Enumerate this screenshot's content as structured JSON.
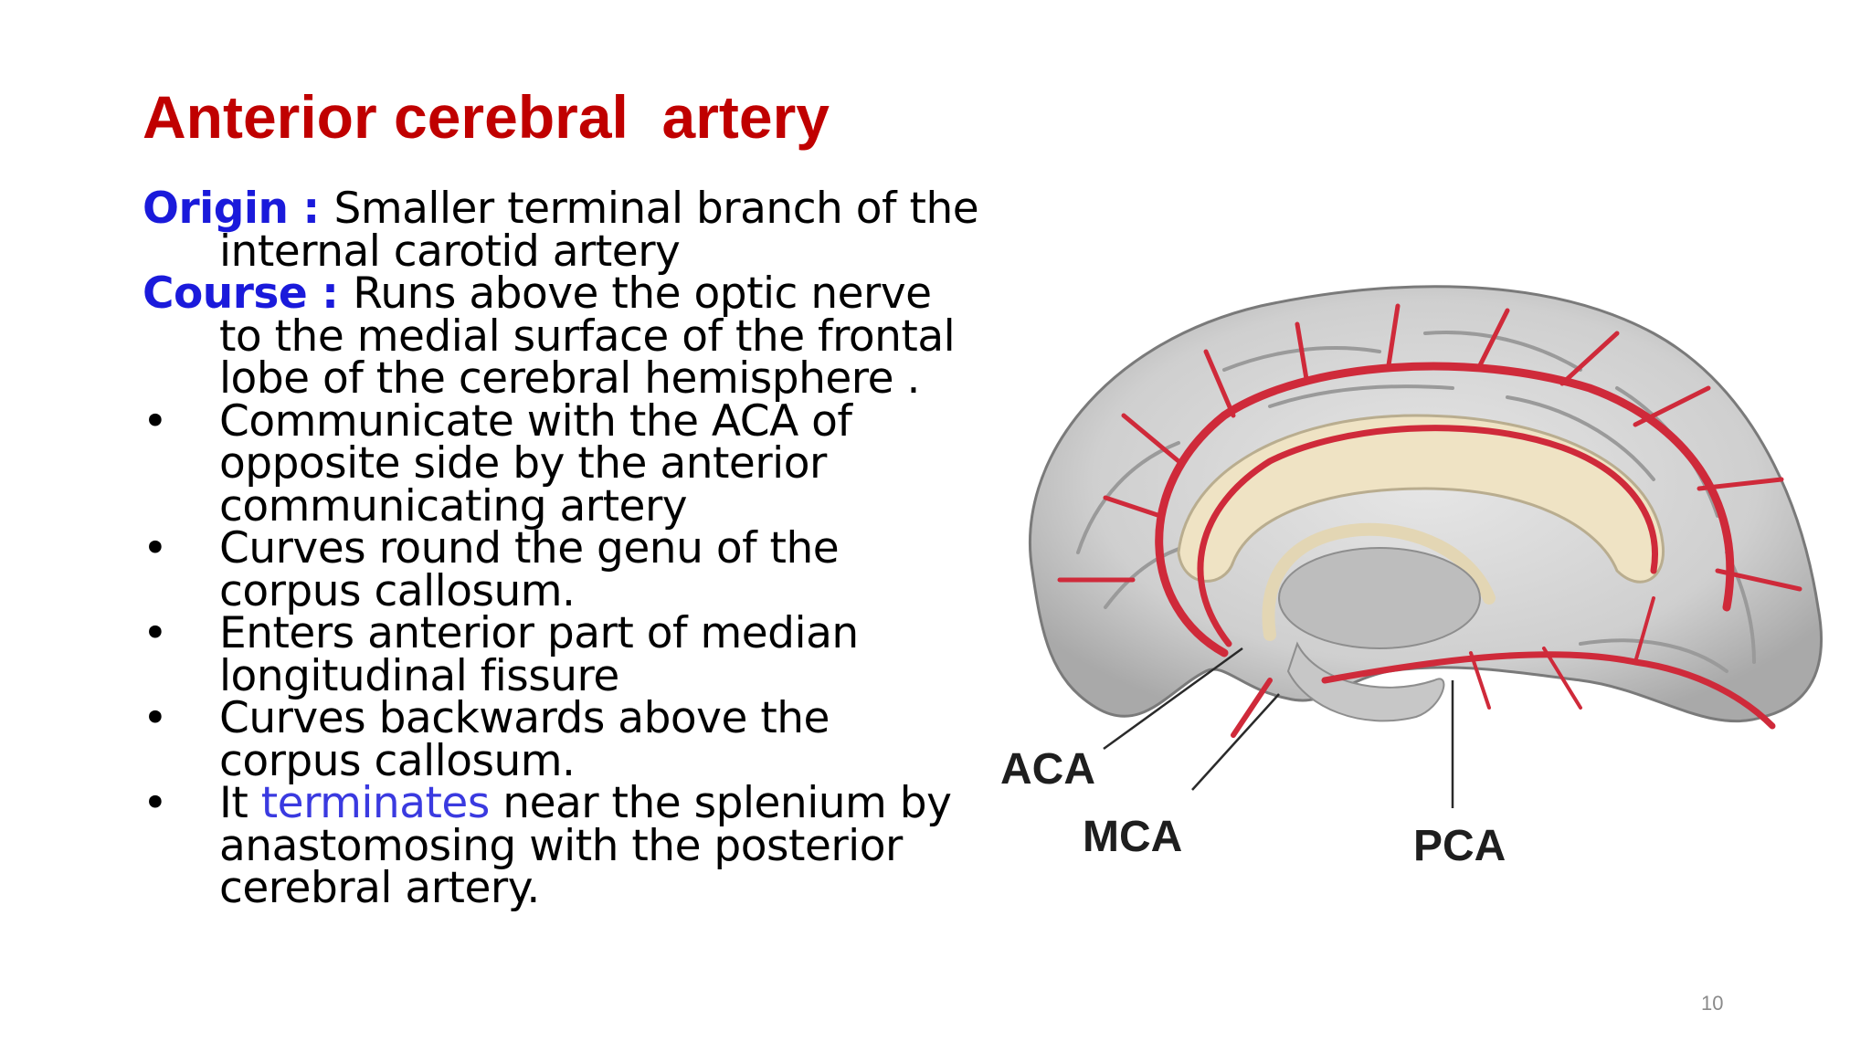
{
  "slide": {
    "title": "Anterior cerebral  artery",
    "origin": {
      "label": "Origin : ",
      "text": "Smaller terminal branch of the internal carotid artery"
    },
    "course": {
      "label": "Course : ",
      "text": "Runs  above the optic nerve to the medial surface of the frontal lobe of the cerebral hemisphere ."
    },
    "bullet_symbol": "•",
    "bullets": [
      "Communicate with  the ACA  of opposite side by the anterior communicating artery",
      "Curves round the genu of the corpus callosum.",
      "Enters anterior part of median longitudinal fissure",
      "Curves  backwards above the corpus callosum."
    ],
    "last_bullet": {
      "before": "It ",
      "highlight": "terminates",
      "after": " near the splenium by anastomosing with the posterior cerebral artery."
    },
    "figure_labels": {
      "aca": "ACA",
      "mca": "MCA",
      "pca": "PCA"
    },
    "page_number": "10"
  },
  "colors": {
    "title": "#c00000",
    "label": "#1a1adb",
    "highlight": "#3a3ae0",
    "artery": "#cf2a3a",
    "callosum": "#efe3c4"
  },
  "icons": {
    "bullet": "bullet-dot"
  }
}
